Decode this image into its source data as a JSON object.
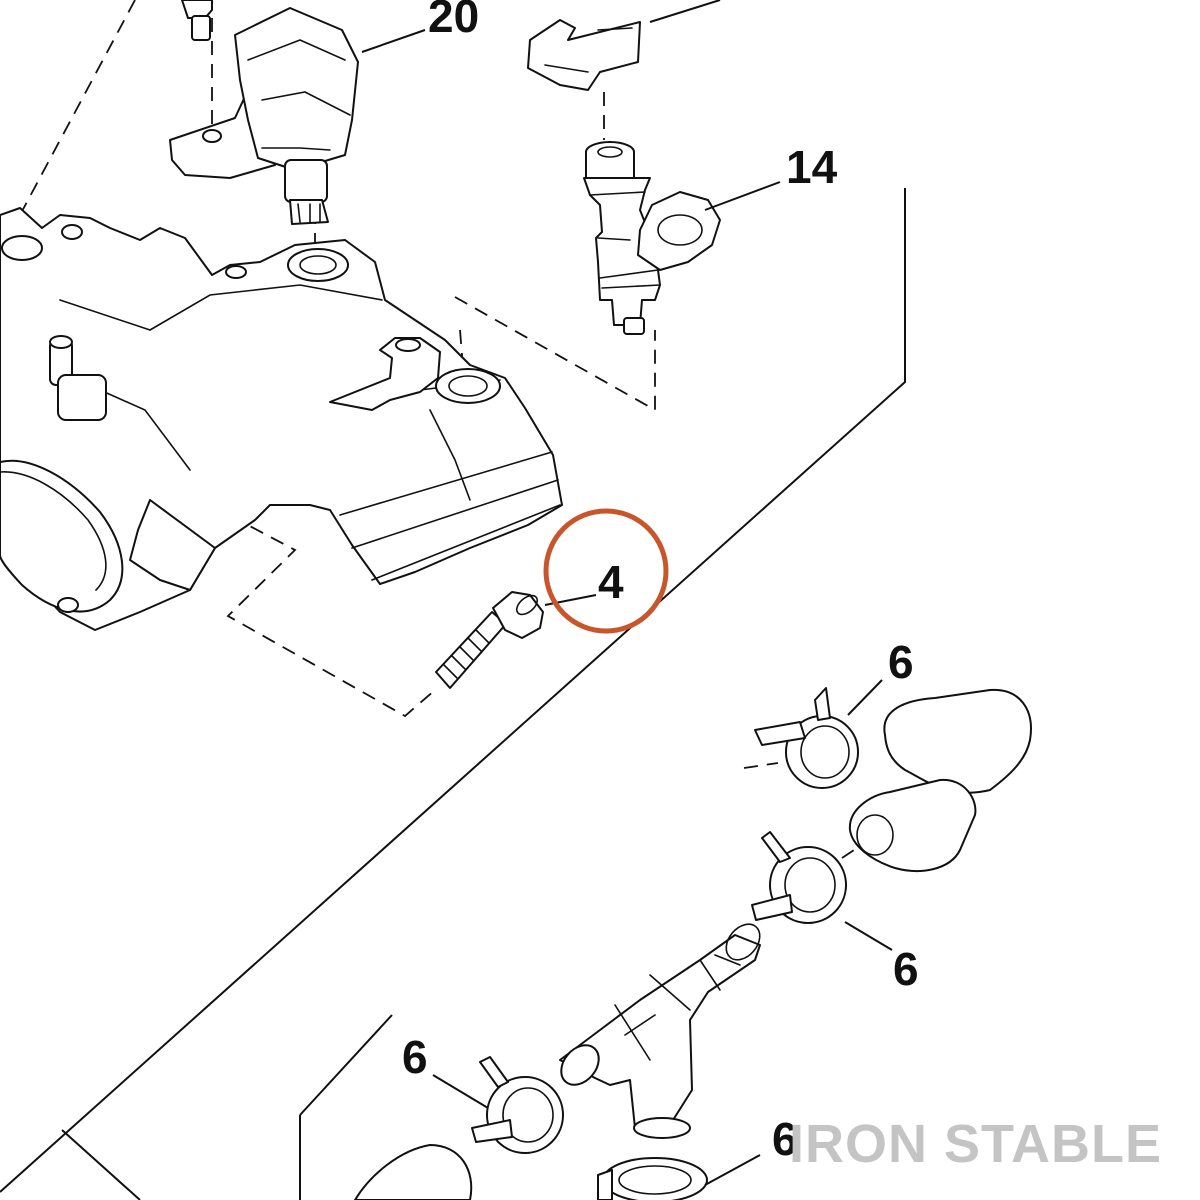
{
  "callouts": {
    "item_20": "20",
    "item_14": "14",
    "item_4": "4",
    "item_6_top": "6",
    "item_6_mid": "6",
    "item_6_left": "6",
    "item_6_bottom": "6"
  },
  "watermark": "IRON STABLE",
  "colors": {
    "highlight_circle": "#c8552b",
    "line_art": "#111111",
    "watermark": "#c4c4c4"
  }
}
